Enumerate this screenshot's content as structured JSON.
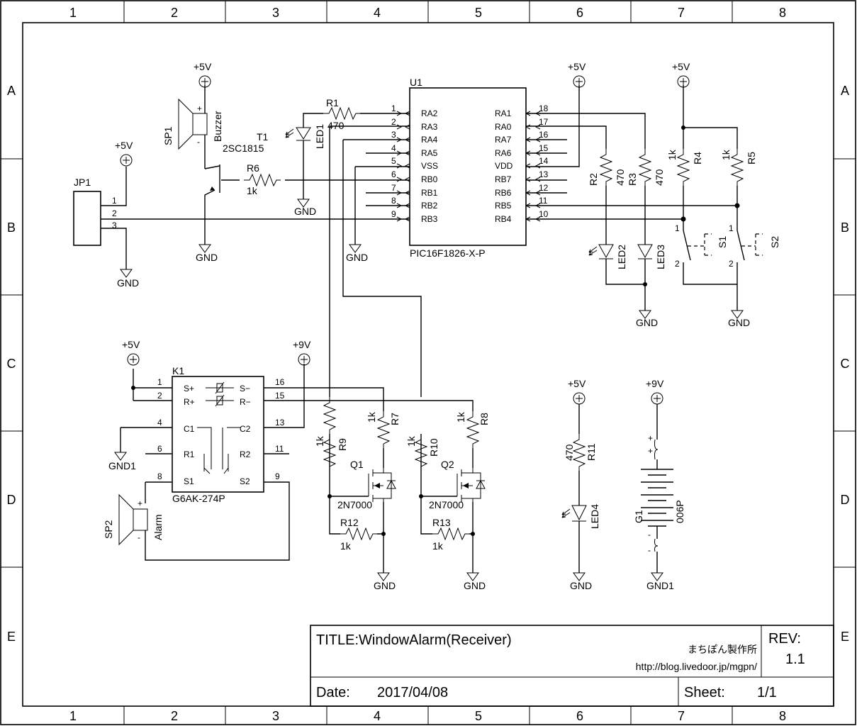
{
  "frame": {
    "columns": [
      "1",
      "2",
      "3",
      "4",
      "5",
      "6",
      "7",
      "8"
    ],
    "rows": [
      "A",
      "B",
      "C",
      "D",
      "E"
    ]
  },
  "title_block": {
    "title": "TITLE:WindowAlarm(Receiver)",
    "rev_label": "REV:",
    "rev_value": "1.1",
    "maker": "まちぽん製作所",
    "url": "http://blog.livedoor.jp/mgpn/",
    "date_label": "Date:",
    "date_value": "2017/04/08",
    "sheet_label": "Sheet:",
    "sheet_value": "1/1"
  },
  "labels": {
    "p5v": "+5V",
    "p9v": "+9V",
    "gnd": "GND",
    "gnd1": "GND1",
    "sp1": "SP1",
    "buzzer": "Buzzer",
    "t1": "T1",
    "t1_part": "2SC1815",
    "jp1": "JP1",
    "r1": "R1",
    "r1_val": "470",
    "led1": "LED1",
    "r6": "R6",
    "r6_val": "1k",
    "u1": "U1",
    "u1_part": "PIC16F1826-X-P",
    "r2": "R2",
    "r2_val": "470",
    "r3": "R3",
    "r3_val": "470",
    "led2": "LED2",
    "led3": "LED3",
    "r4": "R4",
    "r4_val": "1k",
    "r5": "R5",
    "r5_val": "1k",
    "s1": "S1",
    "s2": "S2",
    "k1": "K1",
    "k1_part": "G6AK-274P",
    "sp2": "SP2",
    "alarm": "Alarm",
    "r7": "R7",
    "r7_val": "1k",
    "r8": "R8",
    "r8_val": "1k",
    "r9": "R9",
    "r9_val": "1k",
    "r10": "R10",
    "r10_val": "1k",
    "r12": "R12",
    "r12_val": "1k",
    "r13": "R13",
    "r13_val": "1k",
    "q1": "Q1",
    "q2": "Q2",
    "q_part": "2N7000",
    "r11": "R11",
    "r11_val": "470",
    "led4": "LED4",
    "g1": "G1",
    "g1_part": "006P",
    "plus": "+",
    "minus": "-"
  },
  "u1_pins_left": [
    {
      "num": "1",
      "name": "RA2"
    },
    {
      "num": "2",
      "name": "RA3"
    },
    {
      "num": "3",
      "name": "RA4"
    },
    {
      "num": "4",
      "name": "RA5"
    },
    {
      "num": "5",
      "name": "VSS"
    },
    {
      "num": "6",
      "name": "RB0"
    },
    {
      "num": "7",
      "name": "RB1"
    },
    {
      "num": "8",
      "name": "RB2"
    },
    {
      "num": "9",
      "name": "RB3"
    }
  ],
  "u1_pins_right": [
    {
      "num": "18",
      "name": "RA1"
    },
    {
      "num": "17",
      "name": "RA0"
    },
    {
      "num": "16",
      "name": "RA7"
    },
    {
      "num": "15",
      "name": "RA6"
    },
    {
      "num": "14",
      "name": "VDD"
    },
    {
      "num": "13",
      "name": "RB7"
    },
    {
      "num": "12",
      "name": "RB6"
    },
    {
      "num": "11",
      "name": "RB5"
    },
    {
      "num": "10",
      "name": "RB4"
    }
  ],
  "k1_pins": {
    "p1": "1",
    "p2": "2",
    "p4": "4",
    "p6": "6",
    "p8": "8",
    "p16": "16",
    "p15": "15",
    "p13": "13",
    "p11": "11",
    "p9": "9",
    "s_plus": "S+",
    "r_plus": "R+",
    "c1": "C1",
    "r1": "R1",
    "s1": "S1",
    "s_minus": "S−",
    "r_minus": "R−",
    "c2": "C2",
    "r2": "R2",
    "s2": "S2"
  },
  "jp1_pins": {
    "p1": "1",
    "p2": "2",
    "p3": "3"
  },
  "misc_pins": {
    "one": "1",
    "two": "2",
    "plus": "+",
    "minus": "-",
    "minus_long": "−"
  }
}
